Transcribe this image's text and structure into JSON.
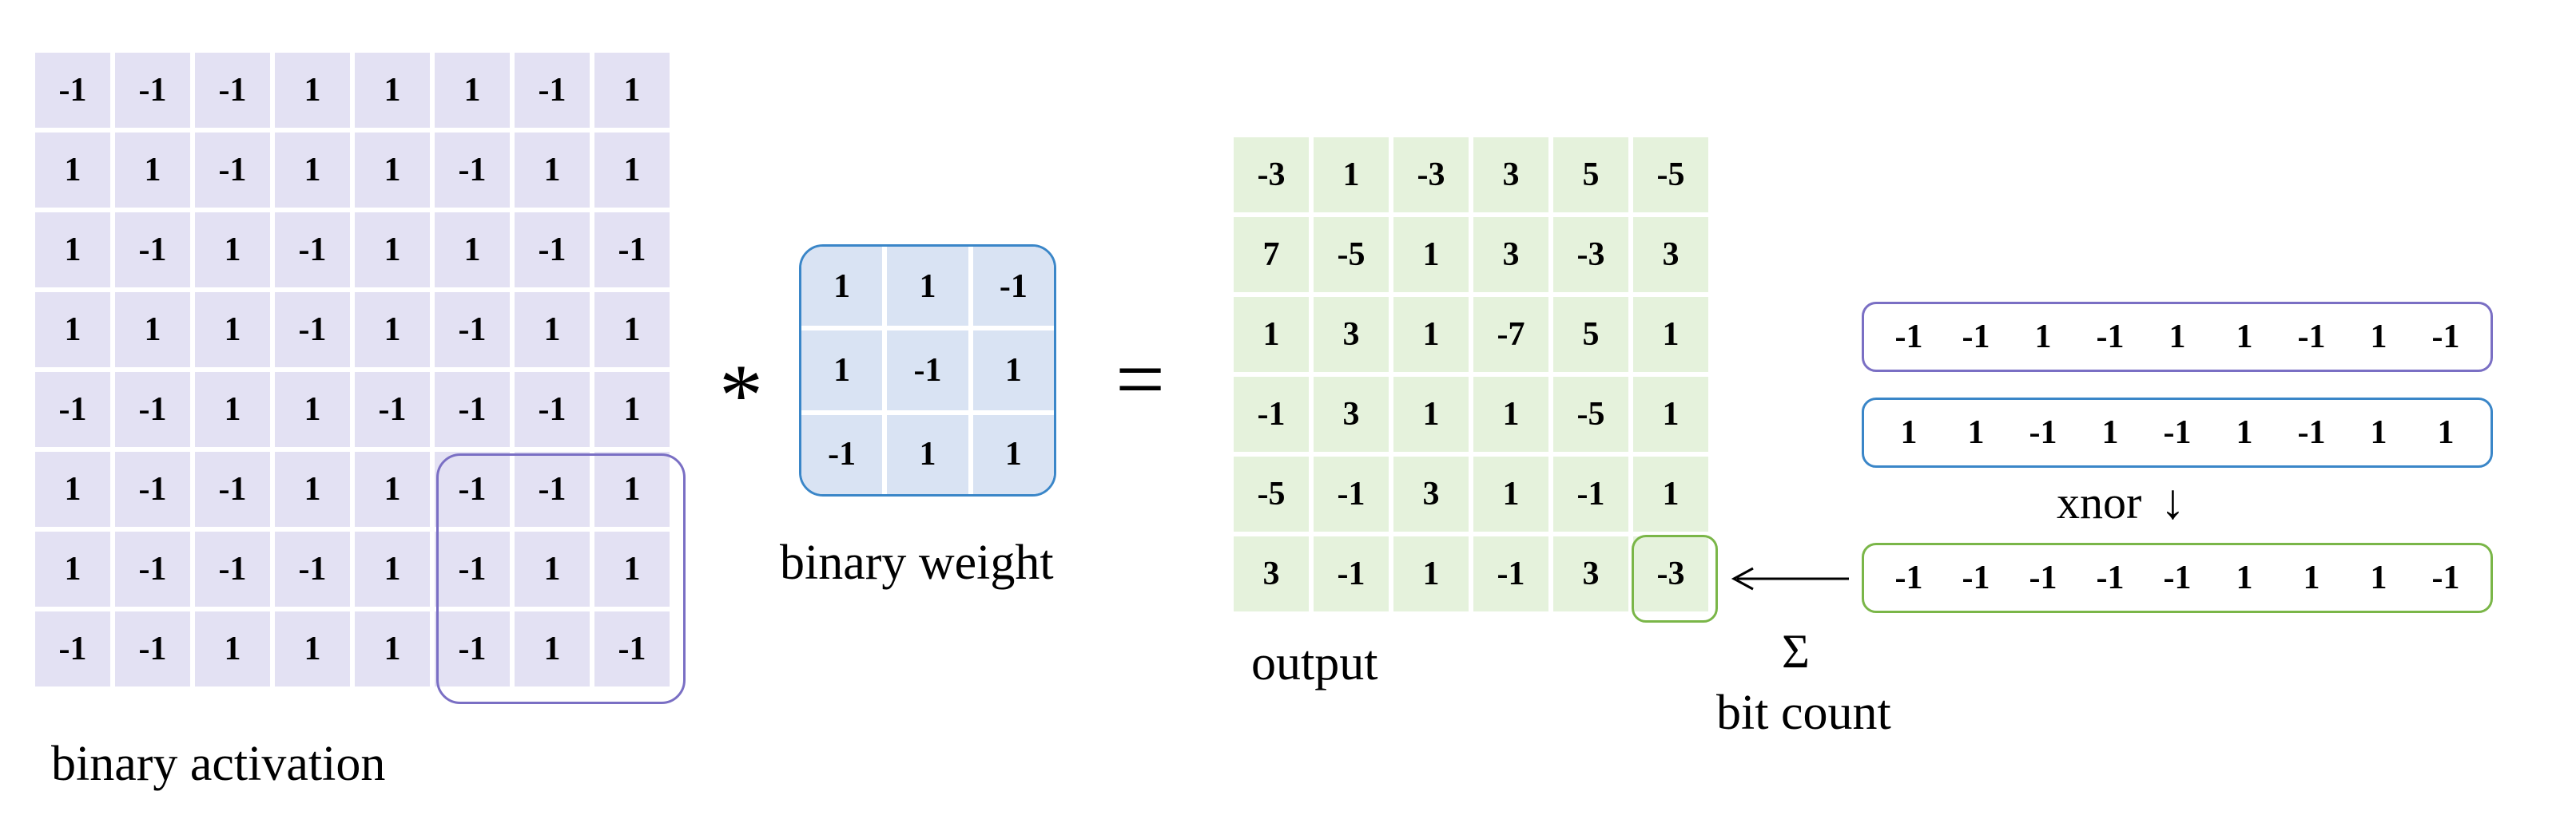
{
  "colors": {
    "activation_fill": "#e3e1f3",
    "activation_border": "#7a6fc4",
    "weight_fill": "#d9e3f3",
    "weight_border": "#3a86c8",
    "output_fill": "#e5f2dc",
    "output_border": "#7ab648"
  },
  "activation": {
    "label": "binary activation",
    "rows": [
      [
        "-1",
        "-1",
        "-1",
        "1",
        "1",
        "1",
        "-1",
        "1"
      ],
      [
        "1",
        "1",
        "-1",
        "1",
        "1",
        "-1",
        "1",
        "1"
      ],
      [
        "1",
        "-1",
        "1",
        "-1",
        "1",
        "1",
        "-1",
        "-1"
      ],
      [
        "1",
        "1",
        "1",
        "-1",
        "1",
        "-1",
        "1",
        "1"
      ],
      [
        "-1",
        "-1",
        "1",
        "1",
        "-1",
        "-1",
        "-1",
        "1"
      ],
      [
        "1",
        "-1",
        "-1",
        "1",
        "1",
        "-1",
        "-1",
        "1"
      ],
      [
        "1",
        "-1",
        "-1",
        "-1",
        "1",
        "-1",
        "1",
        "1"
      ],
      [
        "-1",
        "-1",
        "1",
        "1",
        "1",
        "-1",
        "1",
        "-1"
      ]
    ]
  },
  "operator_conv": "*",
  "weight": {
    "label": "binary weight",
    "rows": [
      [
        "1",
        "1",
        "-1"
      ],
      [
        "1",
        "-1",
        "1"
      ],
      [
        "-1",
        "1",
        "1"
      ]
    ]
  },
  "operator_equals": "=",
  "output": {
    "label": "output",
    "rows": [
      [
        "-3",
        "1",
        "-3",
        "3",
        "5",
        "-5"
      ],
      [
        "7",
        "-5",
        "1",
        "3",
        "-3",
        "3"
      ],
      [
        "1",
        "3",
        "1",
        "-7",
        "5",
        "1"
      ],
      [
        "-1",
        "3",
        "1",
        "1",
        "-5",
        "1"
      ],
      [
        "-5",
        "-1",
        "3",
        "1",
        "-1",
        "1"
      ],
      [
        "3",
        "-1",
        "1",
        "-1",
        "3",
        "-3"
      ]
    ]
  },
  "vectors": {
    "activation_vector": [
      "-1",
      "-1",
      "1",
      "-1",
      "1",
      "1",
      "-1",
      "1",
      "-1"
    ],
    "weight_vector": [
      "1",
      "1",
      "-1",
      "1",
      "-1",
      "1",
      "-1",
      "1",
      "1"
    ],
    "xnor_label": "xnor",
    "xnor_arrow": "↓",
    "result_vector": [
      "-1",
      "-1",
      "-1",
      "-1",
      "-1",
      "1",
      "1",
      "1",
      "-1"
    ],
    "sum_symbol": "Σ",
    "bitcount_label": "bit count"
  }
}
